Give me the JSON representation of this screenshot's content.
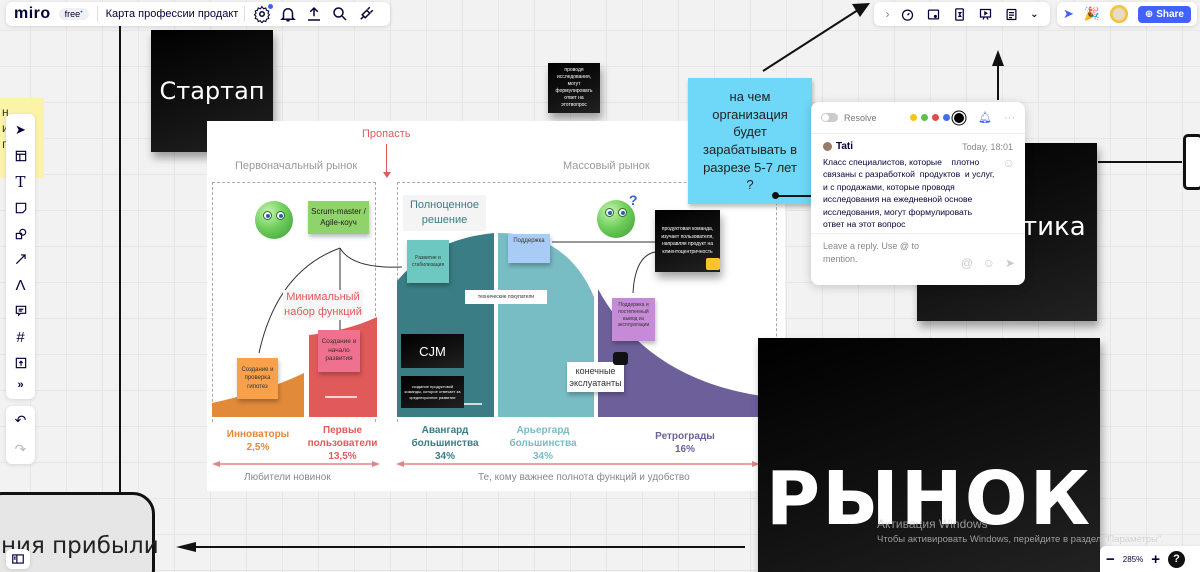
{
  "app": {
    "logo": "miro",
    "plan_badge": "free",
    "board_title": "Карта профессии продакт"
  },
  "toolbar_right": {
    "share_label": "Share"
  },
  "left_tools": [
    {
      "name": "select"
    },
    {
      "name": "templates"
    },
    {
      "name": "text"
    },
    {
      "name": "sticky-note"
    },
    {
      "name": "shapes"
    },
    {
      "name": "connection-line"
    },
    {
      "name": "pen"
    },
    {
      "name": "comment"
    },
    {
      "name": "frame"
    },
    {
      "name": "upload"
    },
    {
      "name": "more"
    }
  ],
  "stickies": {
    "startup": "Стартап",
    "research_note": "проводя исследования, могут формулировать ответ на этотвопрос",
    "question_note": "на чем организация будет зарабатывать  в разрезе 5-7 лет ?",
    "analytics": "тика",
    "market": "РЫНОК",
    "profit": "ния прибыли",
    "yellow_partial": "н\nи\nп"
  },
  "diagram": {
    "chasm_label": "Пропасть",
    "early_market": "Первоначальный рынок",
    "mass_market": "Массовый рынок",
    "full_solution": "Полноценное решение",
    "mvp_label": "Минимальный набор функций",
    "scrum_note": "Scrum-master / Agile-коуч",
    "hypothesis_note": "Создание и проверка гипотез",
    "creation_note": "Создание и начало развития",
    "stabilize_note": "Развитие и стабилизация",
    "support_note": "Поддержка",
    "tech_buyers": "технические покупатели",
    "cjm": "CJM",
    "team_note": "создание продуктовой команды, которое отвечает за среднесрочное развитие",
    "product_team_note": "продуктовая команда, изучает пользователя, направляя продукт на клиентоцентричность",
    "retire_note": "Поддержка и постепенный вывод из эксплуатации",
    "end_users": "конечные экслуатанты",
    "segments": [
      {
        "name": "Инноваторы",
        "share": "2,5%",
        "color": "#e08a3a"
      },
      {
        "name": "Первые пользователи",
        "share": "13,5%",
        "color": "#e05a5a"
      },
      {
        "name": "Авангард большинства",
        "share": "34%",
        "color": "#3a7d84"
      },
      {
        "name": "Арьергард большинства",
        "share": "34%",
        "color": "#78bcc4"
      },
      {
        "name": "Ретрограды",
        "share": "16%",
        "color": "#6d5f9a"
      }
    ],
    "bottom_left": "Любители новинок",
    "bottom_right": "Те, кому важнее полнота функций и удобство"
  },
  "comment": {
    "resolve_label": "Resolve",
    "colors": [
      "#f5c518",
      "#5cc04f",
      "#e14b4b",
      "#3f6ee8",
      "#000000"
    ],
    "author": "Tati",
    "time": "Today, 18:01",
    "text": "Класс специалистов, которые    плотно связаны с разработкой  продуктов  и услуг, и с продажами, которые проводя исследования на ежедневной основе исследования, могут формулировать ответ на этот вопрос",
    "reply_placeholder": "Leave a reply. Use @ to mention."
  },
  "zoom": {
    "level": "285%"
  },
  "windows_watermark": {
    "title": "Активация Windows",
    "text": "Чтобы активировать Windows, перейдите в раздел \"Параметры\"."
  }
}
